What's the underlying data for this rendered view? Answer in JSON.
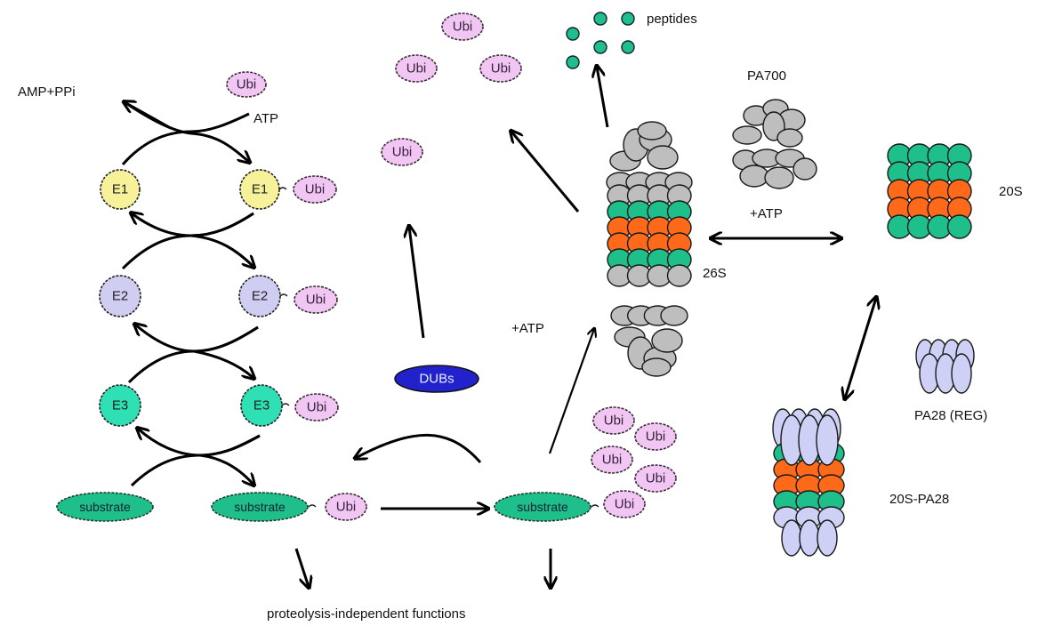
{
  "colors": {
    "ubi_fill": "#f2c6f2",
    "e1_fill": "#f7f29a",
    "e2_fill": "#cfcdf2",
    "e3_fill": "#2fe0b4",
    "substrate_fill": "#1fbf8c",
    "dubs_fill": "#2222cc",
    "peptide_fill": "#1fbf8c",
    "pa700_fill": "#bebebe",
    "alpha_ring": "#1fbf8c",
    "beta_ring": "#ff6a1a",
    "pa28_fill": "#cfd0f5"
  },
  "labels": {
    "amp_ppi": "AMP+PPi",
    "atp_top": "ATP",
    "peptides": "peptides",
    "pa700": "PA700",
    "plus_atp_right": "+ATP",
    "label_26s": "26S",
    "label_20s": "20S",
    "plus_atp_mid": "+ATP",
    "pa28_reg": "PA28 (REG)",
    "label_20s_pa28": "20S-PA28",
    "proteolysis_independent": "proteolysis-independent functions"
  },
  "enzymes": {
    "e1": "E1",
    "e2": "E2",
    "e3": "E3"
  },
  "ubi": "Ubi",
  "substrate": "substrate",
  "dubs": "DUBs"
}
